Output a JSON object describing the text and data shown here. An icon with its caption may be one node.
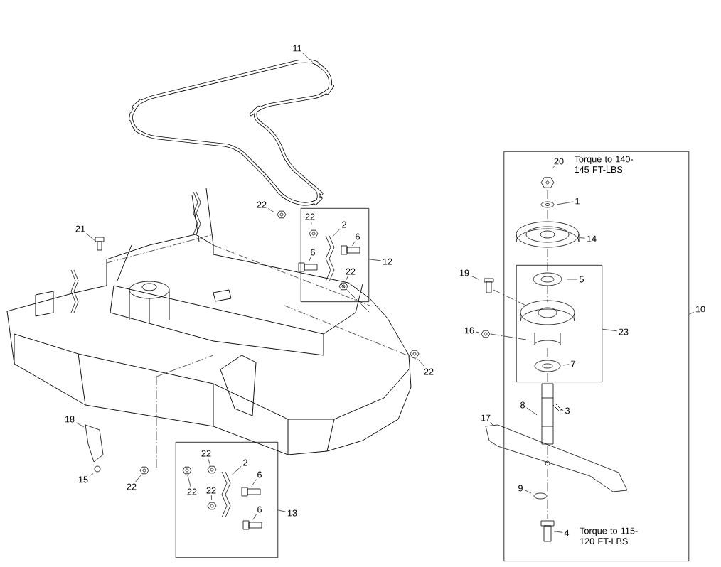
{
  "diagram": {
    "nodes": [
      {
        "text": [
          "11"
        ]
      },
      {
        "text": [
          "22"
        ]
      },
      {
        "text": [],
        "shape": "box"
      },
      {
        "text": [
          "22"
        ],
        "in": 2
      },
      {
        "text": [
          "2"
        ],
        "in": 2
      },
      {
        "text": [
          "6"
        ],
        "in": 2
      },
      {
        "text": [
          "6"
        ],
        "in": 2
      },
      {
        "text": [
          "22"
        ],
        "in": 2
      },
      {
        "text": [
          "12"
        ]
      },
      {
        "text": [
          "21"
        ]
      },
      {
        "text": [
          "22"
        ]
      },
      {
        "text": [
          "18"
        ]
      },
      {
        "text": [
          "15"
        ]
      },
      {
        "text": [
          "22"
        ]
      },
      {
        "text": [],
        "shape": "box"
      },
      {
        "text": [
          "22"
        ],
        "in": 14
      },
      {
        "text": [
          "2"
        ],
        "in": 14
      },
      {
        "text": [
          "22"
        ],
        "in": 14
      },
      {
        "text": [
          "6"
        ],
        "in": 14
      },
      {
        "text": [
          "22"
        ],
        "in": 14
      },
      {
        "text": [
          "6"
        ],
        "in": 14
      },
      {
        "text": [
          "13"
        ]
      },
      {
        "text": [],
        "shape": "box"
      },
      {
        "text": [
          "20"
        ],
        "in": 22,
        "beside": [
          "Torque to 140-145 FT-LBS"
        ]
      },
      {
        "text": [
          "1"
        ],
        "in": 22
      },
      {
        "text": [
          "14"
        ],
        "in": 22
      },
      {
        "text": [
          "19"
        ]
      },
      {
        "text": [],
        "shape": "box",
        "in": 22
      },
      {
        "text": [
          "5"
        ],
        "in": 27
      },
      {
        "text": [
          "16"
        ]
      },
      {
        "text": [
          "23"
        ],
        "in": 22
      },
      {
        "text": [
          "7"
        ],
        "in": 27
      },
      {
        "text": [
          "8"
        ],
        "in": 22
      },
      {
        "text": [
          "3"
        ],
        "in": 22
      },
      {
        "text": [
          "17"
        ]
      },
      {
        "text": [
          "10"
        ]
      },
      {
        "text": [
          "9"
        ],
        "in": 22
      },
      {
        "text": [
          "4"
        ],
        "in": 22,
        "beside": [
          "Torque to 115-120 FT-LBS"
        ]
      }
    ],
    "edges": [
      {
        "from": 0,
        "to": null,
        "arrow": "none"
      },
      {
        "from": 1,
        "to": null,
        "arrow": "none"
      },
      {
        "from": 3,
        "to": null,
        "arrow": "none"
      },
      {
        "from": 4,
        "to": null,
        "arrow": "none"
      },
      {
        "from": 5,
        "to": null,
        "arrow": "none"
      },
      {
        "from": 6,
        "to": null,
        "arrow": "none"
      },
      {
        "from": 7,
        "to": null,
        "arrow": "none"
      },
      {
        "from": 8,
        "to": 2,
        "arrow": "none"
      },
      {
        "from": 9,
        "to": null,
        "arrow": "none"
      },
      {
        "from": 10,
        "to": null,
        "arrow": "none"
      },
      {
        "from": 11,
        "to": null,
        "arrow": "none"
      },
      {
        "from": 12,
        "to": null,
        "arrow": "none"
      },
      {
        "from": 13,
        "to": null,
        "arrow": "none"
      },
      {
        "from": 15,
        "to": null,
        "arrow": "none"
      },
      {
        "from": 16,
        "to": null,
        "arrow": "none"
      },
      {
        "from": 17,
        "to": null,
        "arrow": "none"
      },
      {
        "from": 18,
        "to": null,
        "arrow": "none"
      },
      {
        "from": 19,
        "to": null,
        "arrow": "none"
      },
      {
        "from": 20,
        "to": null,
        "arrow": "none"
      },
      {
        "from": 21,
        "to": 14,
        "arrow": "none"
      },
      {
        "from": 23,
        "to": null,
        "arrow": "none"
      },
      {
        "from": 24,
        "to": null,
        "arrow": "none"
      },
      {
        "from": 25,
        "to": null,
        "arrow": "none"
      },
      {
        "from": 26,
        "to": null,
        "arrow": "none"
      },
      {
        "from": 28,
        "to": null,
        "arrow": "none"
      },
      {
        "from": 29,
        "to": null,
        "arrow": "none"
      },
      {
        "from": 30,
        "to": 27,
        "arrow": "none"
      },
      {
        "from": 31,
        "to": null,
        "arrow": "none"
      },
      {
        "from": 32,
        "to": null,
        "arrow": "none"
      },
      {
        "from": 33,
        "to": null,
        "arrow": "none"
      },
      {
        "from": 34,
        "to": null,
        "arrow": "none"
      },
      {
        "from": 35,
        "to": 22,
        "arrow": "none"
      },
      {
        "from": 36,
        "to": null,
        "arrow": "none"
      },
      {
        "from": 37,
        "to": null,
        "arrow": "none"
      }
    ]
  }
}
